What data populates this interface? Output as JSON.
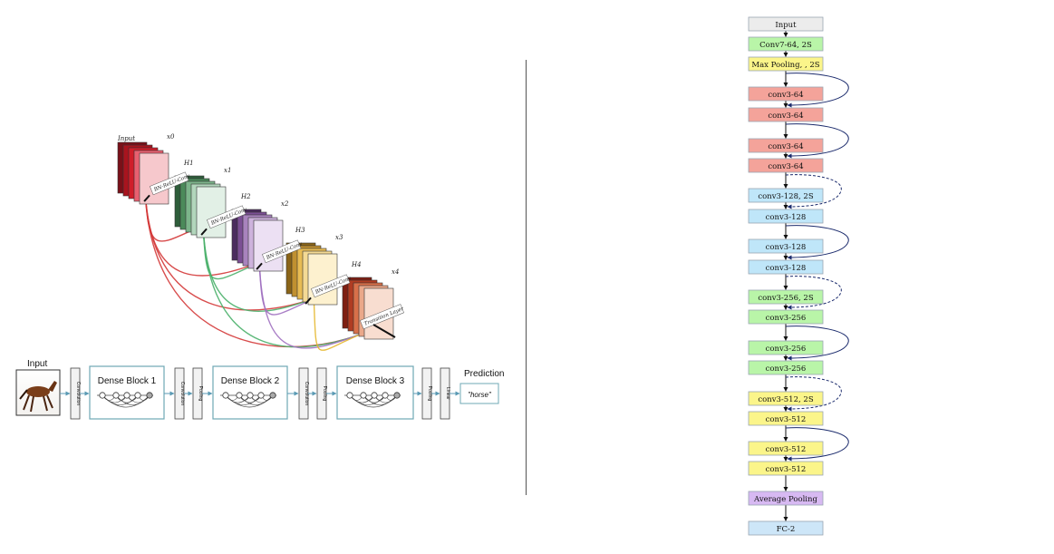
{
  "densenet_3d": {
    "stages": [
      {
        "node": "x0",
        "header": "Input",
        "faces": [
          "#7a1018",
          "#a8141e",
          "#d01e2a",
          "#e86070",
          "#f6c8cc"
        ],
        "edge": "#d43838"
      },
      {
        "node": "x1",
        "header": "H1",
        "faces": [
          "#2e5d3a",
          "#4b8a5a",
          "#7cb48a",
          "#b2d6bc",
          "#e2f0e6"
        ],
        "edge": "#4ab06a"
      },
      {
        "node": "x2",
        "header": "H2",
        "faces": [
          "#4b2c5e",
          "#7b4f94",
          "#a883bd",
          "#cdb2dc",
          "#ece0f3"
        ],
        "edge": "#a070c0"
      },
      {
        "node": "x3",
        "header": "H3",
        "faces": [
          "#8a6418",
          "#c09030",
          "#e8bc54",
          "#f4da94",
          "#fdf1cf"
        ],
        "edge": "#e6b830"
      },
      {
        "node": "x4",
        "header": "H4",
        "faces": [
          "#7e1f12",
          "#b03c22",
          "#d8704a",
          "#eaa88a",
          "#f8ddd0"
        ],
        "edge": ""
      }
    ],
    "conv_labels": [
      "BN-ReLU-Conv",
      "BN-ReLU-Conv",
      "BN-ReLU-Conv",
      "BN-ReLU-Conv"
    ],
    "transition_label": "Transition Layer"
  },
  "densenet_pipeline": {
    "input_label": "Input",
    "prediction_label": "Prediction",
    "prediction_value": "\"horse\"",
    "stages": [
      {
        "type": "thin",
        "label": "Convolution"
      },
      {
        "type": "block",
        "label": "Dense Block 1"
      },
      {
        "type": "thin",
        "label": "Convolution"
      },
      {
        "type": "thin",
        "label": "Pooling"
      },
      {
        "type": "block",
        "label": "Dense Block 2"
      },
      {
        "type": "thin",
        "label": "Convolution"
      },
      {
        "type": "thin",
        "label": "Pooling"
      },
      {
        "type": "block",
        "label": "Dense Block 3"
      },
      {
        "type": "thin",
        "label": "Pooling"
      },
      {
        "type": "thin",
        "label": "Linear"
      }
    ]
  },
  "resnet": {
    "layers": [
      {
        "label": "Input",
        "color": "gray"
      },
      {
        "label": "Conv7-64, 2S",
        "color": "green"
      },
      {
        "label": "Max Pooling, , 2S",
        "color": "yellow"
      },
      {
        "label": "conv3-64",
        "color": "red"
      },
      {
        "label": "conv3-64",
        "color": "red"
      },
      {
        "label": "conv3-64",
        "color": "red"
      },
      {
        "label": "conv3-64",
        "color": "red"
      },
      {
        "label": "conv3-128, 2S",
        "color": "blue"
      },
      {
        "label": "conv3-128",
        "color": "blue"
      },
      {
        "label": "conv3-128",
        "color": "blue"
      },
      {
        "label": "conv3-128",
        "color": "blue"
      },
      {
        "label": "conv3-256, 2S",
        "color": "green"
      },
      {
        "label": "conv3-256",
        "color": "green"
      },
      {
        "label": "conv3-256",
        "color": "green"
      },
      {
        "label": "conv3-256",
        "color": "green"
      },
      {
        "label": "conv3-512, 2S",
        "color": "yellow"
      },
      {
        "label": "conv3-512",
        "color": "yellow"
      },
      {
        "label": "conv3-512",
        "color": "yellow"
      },
      {
        "label": "conv3-512",
        "color": "yellow"
      },
      {
        "label": "Average Pooling",
        "color": "purple"
      },
      {
        "label": "FC-2",
        "color": "lightblue"
      }
    ],
    "skips": [
      {
        "from_layer": 2,
        "to_layer": 4,
        "style": "solid"
      },
      {
        "from_layer": 4,
        "to_layer": 6,
        "style": "solid"
      },
      {
        "from_layer": 6,
        "to_layer": 8,
        "style": "dashed"
      },
      {
        "from_layer": 8,
        "to_layer": 10,
        "style": "solid"
      },
      {
        "from_layer": 10,
        "to_layer": 12,
        "style": "dashed"
      },
      {
        "from_layer": 12,
        "to_layer": 14,
        "style": "solid"
      },
      {
        "from_layer": 14,
        "to_layer": 16,
        "style": "dashed"
      },
      {
        "from_layer": 16,
        "to_layer": 18,
        "style": "solid"
      }
    ],
    "colors": {
      "gray": "#ececec",
      "green": "#b9f5a8",
      "yellow": "#fbf58a",
      "red": "#f4a39a",
      "blue": "#bfe6f9",
      "purple": "#d7b9f2",
      "lightblue": "#cde6f8",
      "border": "#9aa6b2",
      "arrow": "#1a2a6c"
    }
  }
}
